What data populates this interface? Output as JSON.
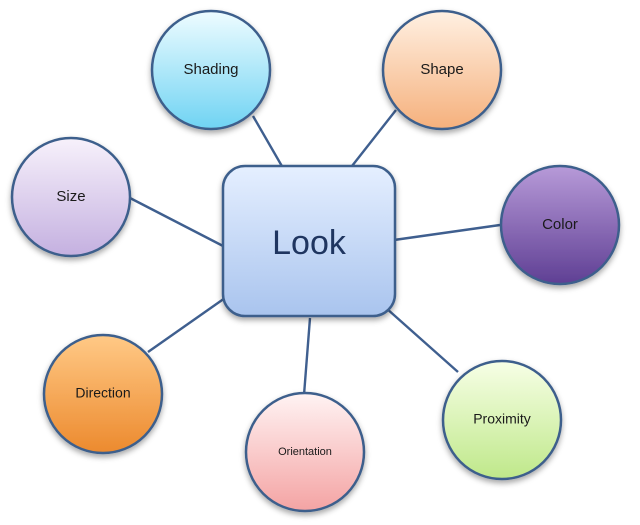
{
  "center": {
    "label": "Look"
  },
  "nodes": [
    {
      "id": "shading",
      "label": "Shading",
      "color_top": "#eefcff",
      "color_bottom": "#6fd3f3"
    },
    {
      "id": "shape",
      "label": "Shape",
      "color_top": "#fff0e2",
      "color_bottom": "#f5b07c"
    },
    {
      "id": "size",
      "label": "Size",
      "color_top": "#f7f1fb",
      "color_bottom": "#c4b0e0"
    },
    {
      "id": "color",
      "label": "Color",
      "color_top": "#b79ad8",
      "color_bottom": "#5f3f94"
    },
    {
      "id": "direction",
      "label": "Direction",
      "color_top": "#ffc986",
      "color_bottom": "#ec8a2e"
    },
    {
      "id": "orientation",
      "label": "Orientation",
      "color_top": "#fff3f3",
      "color_bottom": "#f4a3a3"
    },
    {
      "id": "proximity",
      "label": "Proximity",
      "color_top": "#f7ffe6",
      "color_bottom": "#bfe88a"
    }
  ],
  "colors": {
    "node_border": "#3d5f8c",
    "connector": "#3f5f8f",
    "center_fill_top": "#e5efff",
    "center_fill_bottom": "#a9c4ee",
    "center_text": "#1f3560"
  }
}
